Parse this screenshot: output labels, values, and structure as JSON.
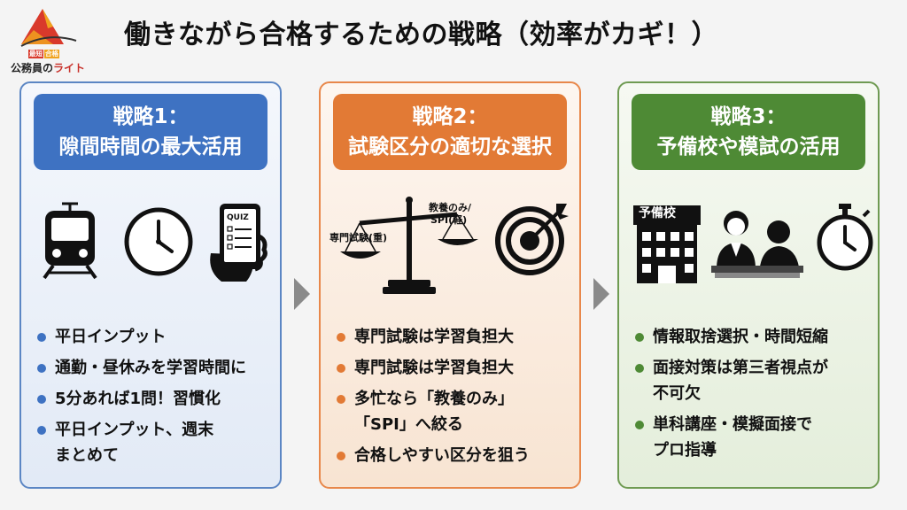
{
  "logo": {
    "badges": [
      "最短",
      "合格"
    ],
    "text_prefix": "公務員の",
    "text_accent": "ライト"
  },
  "title": "働きながら合格するための戦略（効率がカギ！）",
  "colors": {
    "blue": "#3e72c2",
    "orange": "#e27a35",
    "green": "#4e8a35"
  },
  "strategies": [
    {
      "header_line1": "戦略1：",
      "header_line2": "隙間時間の最大活用",
      "icons": [
        "train-icon",
        "clock-icon",
        "quiz-phone-icon"
      ],
      "quiz_label": "QUIZ",
      "bullets": [
        [
          "平日インプット"
        ],
        [
          "通勤・昼休みを学習時間に"
        ],
        [
          "5分あれば1問！習慣化"
        ],
        [
          "平日インプット、週末",
          "まとめて"
        ]
      ]
    },
    {
      "header_line1": "戦略2：",
      "header_line2": "試験区分の適切な選択",
      "icons": [
        "balance-scale-icon",
        "target-icon"
      ],
      "scale_left": "専門試験(重)",
      "scale_right_1": "教養のみ/",
      "scale_right_2": "SPI(軽)",
      "bullets": [
        [
          "専門試験は学習負担大"
        ],
        [
          "専門試験は学習負担大"
        ],
        [
          "多忙なら「教養のみ」",
          "「SPI」へ絞る"
        ],
        [
          "合格しやすい区分を狙う"
        ]
      ]
    },
    {
      "header_line1": "戦略3：",
      "header_line2": "予備校や模試の活用",
      "icons": [
        "school-building-icon",
        "interview-icon",
        "stopwatch-icon"
      ],
      "school_sign": "予備校",
      "bullets": [
        [
          "情報取捨選択・時間短縮"
        ],
        [
          "面接対策は第三者視点が",
          "不可欠"
        ],
        [
          "単科講座・模擬面接で",
          "プロ指導"
        ]
      ]
    }
  ]
}
